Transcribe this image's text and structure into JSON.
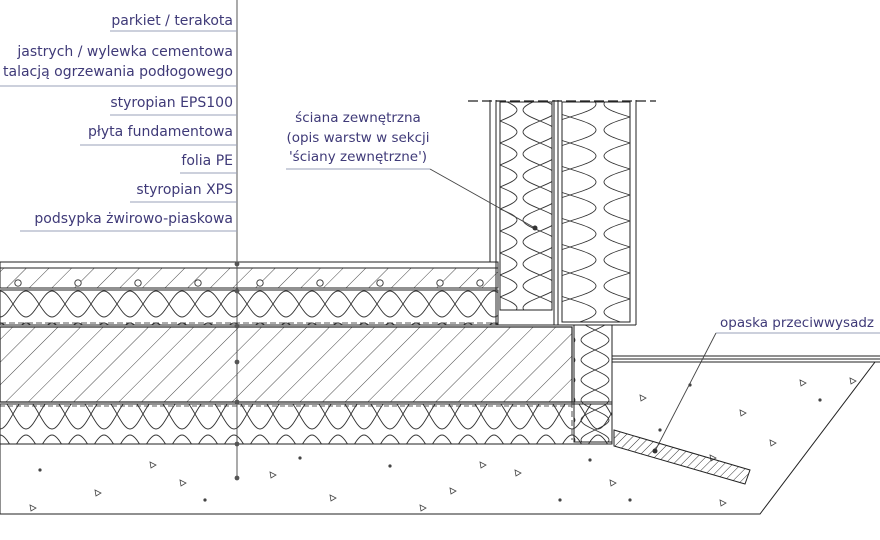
{
  "layer_labels": [
    {
      "text": "parkiet / terakota"
    },
    {
      "text": "jastrych / wylewka cementowa"
    },
    {
      "text": "talacją ogrzewania podłogowego"
    },
    {
      "text": "styropian EPS100"
    },
    {
      "text": "płyta fundamentowa"
    },
    {
      "text": "folia PE"
    },
    {
      "text": "styropian XPS"
    },
    {
      "text": "podsypka żwirowo-piaskowa"
    }
  ],
  "wall_note": {
    "line1": "ściana zewnętrzna",
    "line2": "(opis warstw w sekcji",
    "line3": "'ściany zewnętrzne')"
  },
  "drip_label": "opaska przeciwwysadz"
}
